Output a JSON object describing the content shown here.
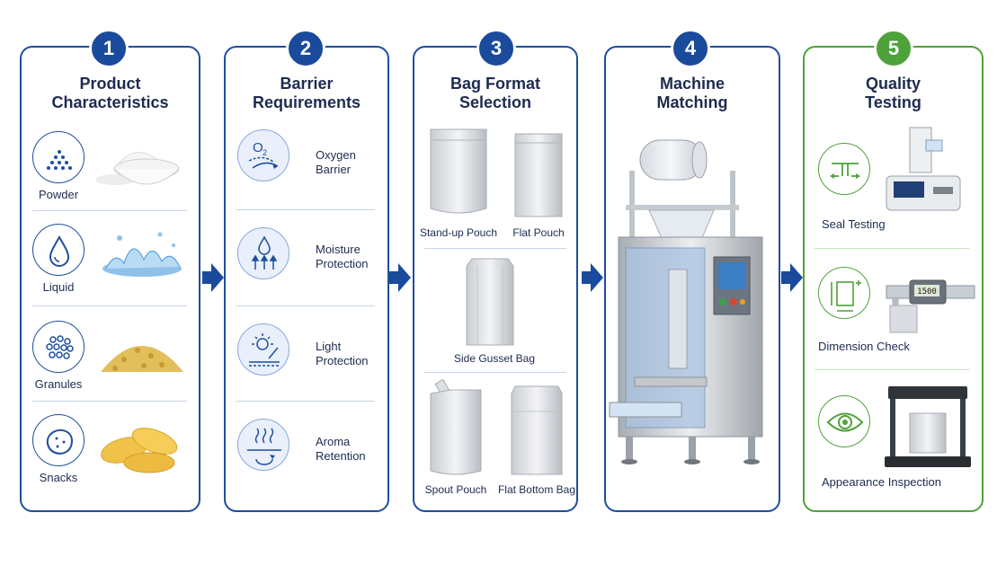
{
  "steps": [
    {
      "number": "1",
      "title_line1": "Product",
      "title_line2": "Characteristics"
    },
    {
      "number": "2",
      "title_line1": "Barrier",
      "title_line2": "Requirements"
    },
    {
      "number": "3",
      "title_line1": "Bag Format",
      "title_line2": "Selection"
    },
    {
      "number": "4",
      "title_line1": "Machine",
      "title_line2": "Matching"
    },
    {
      "number": "5",
      "title_line1": "Quality",
      "title_line2": "Testing"
    }
  ],
  "product": {
    "powder": "Powder",
    "liquid": "Liquid",
    "granules": "Granules",
    "snacks": "Snacks"
  },
  "barrier": {
    "oxygen_1": "Oxygen",
    "oxygen_2": "Barrier",
    "o2_symbol": "O",
    "moisture_1": "Moisture",
    "moisture_2": "Protection",
    "light_1": "Light",
    "light_2": "Protection",
    "aroma_1": "Aroma",
    "aroma_2": "Retention"
  },
  "bags": {
    "standup": "Stand-up Pouch",
    "flat": "Flat Pouch",
    "side_gusset": "Side Gusset Bag",
    "spout": "Spout Pouch",
    "flat_bottom": "Flat Bottom Bag"
  },
  "quality": {
    "seal": "Seal Testing",
    "dimension": "Dimension Check",
    "appearance": "Appearance Inspection",
    "caliper_readout": "1500"
  },
  "colors": {
    "navy": "#1a4a9c",
    "green": "#4ea23a",
    "text": "#1d2b4f"
  }
}
